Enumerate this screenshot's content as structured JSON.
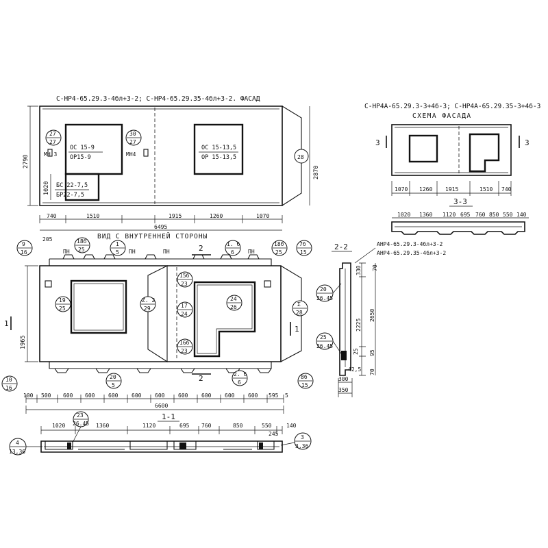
{
  "facade_title": "С-НР4-65.29.3-4бл+3-2; С-НР4-65.29.35-4бл+3-2. ФАСАД",
  "facade_labels": {
    "left_window_top": "ОС 15-9",
    "left_window_bottom": "ОР15-9",
    "right_window_top": "ОС 15-13,5",
    "right_window_bottom": "ОР 15-13,5",
    "door_top": "БС 22-7,5",
    "door_bottom": "БР22-7,5",
    "mn_left": "МН 3",
    "mn_right": "МН4",
    "height_dim": "2790",
    "height_dim_right": "2870",
    "door_height_dim": "1020",
    "bottom_dims": [
      "740",
      "1510",
      "1915",
      "1260",
      "1070"
    ],
    "total_dim": "6495"
  },
  "facade_callouts": [
    {
      "top": "27",
      "bottom": "27"
    },
    {
      "top": "30",
      "bottom": "27"
    },
    {
      "top": "",
      "bottom": "28"
    }
  ],
  "schema_title": "С-НР4А-65.29.3-3+4б-3; С-НР4А-65.29.35-3+4б-3",
  "schema_subtitle": "СХЕМА ФАСАДА",
  "schema_section_mark": "3",
  "schema_dims": [
    "1070",
    "1260",
    "1915",
    "1510",
    "740"
  ],
  "section33_title": "3-3",
  "section33_dims": [
    "1020",
    "1360",
    "1120",
    "695",
    "760",
    "850",
    "550",
    "140"
  ],
  "inner_view_title": "ВИД С ВНУТРЕННЕЙ СТОРОНЫ",
  "inner_labels": {
    "pn": "ПН",
    "section_mark_2": "2",
    "section_mark_1": "1",
    "height_dim": "1965",
    "left_offset": "205",
    "bottom_dims": [
      "100",
      "500",
      "600",
      "600",
      "600",
      "600",
      "600",
      "600",
      "600",
      "600",
      "600",
      "595",
      "5"
    ],
    "total_dim": "6600"
  },
  "inner_callouts": [
    {
      "top": "9",
      "bottom": "16"
    },
    {
      "top": "18б",
      "bottom": "25"
    },
    {
      "top": "1",
      "bottom": "5"
    },
    {
      "top": "1. б",
      "bottom": "6"
    },
    {
      "top": "18б",
      "bottom": "25"
    },
    {
      "top": "7б",
      "bottom": "15"
    },
    {
      "top": "19",
      "bottom": "25"
    },
    {
      "top": "15б",
      "bottom": "23"
    },
    {
      "top": "Z.  2",
      "bottom": "29"
    },
    {
      "top": "17",
      "bottom": "24"
    },
    {
      "top": "24",
      "bottom": "26"
    },
    {
      "top": "Σ",
      "bottom": "28"
    },
    {
      "top": "16б",
      "bottom": "23"
    },
    {
      "top": "10",
      "bottom": "16"
    },
    {
      "top": "20",
      "bottom": "5"
    },
    {
      "top": "2. б",
      "bottom": "6"
    },
    {
      "top": "8б",
      "bottom": "15"
    }
  ],
  "section22_title": "2-2",
  "section22_labels": [
    "АНР4-65.29.3-4бл+3-2",
    "АНР4-65.29.35-4бл+3-2"
  ],
  "section22_dims": [
    "330",
    "70",
    "2650",
    "2225",
    "95",
    "25",
    "70",
    "42,5",
    "300",
    "350"
  ],
  "section22_callouts": [
    {
      "top": "20",
      "bottom": "26.45"
    },
    {
      "top": "25",
      "bottom": "26.45"
    }
  ],
  "section11_title": "1-1",
  "section11_dims": [
    "1020",
    "1360",
    "1120",
    "695",
    "760",
    "850",
    "550",
    "140",
    "245"
  ],
  "section11_callouts": [
    {
      "top": "23",
      "bottom": "26.45"
    },
    {
      "top": "4",
      "bottom": "13,36"
    },
    {
      "top": "3",
      "bottom": "3,36"
    }
  ]
}
